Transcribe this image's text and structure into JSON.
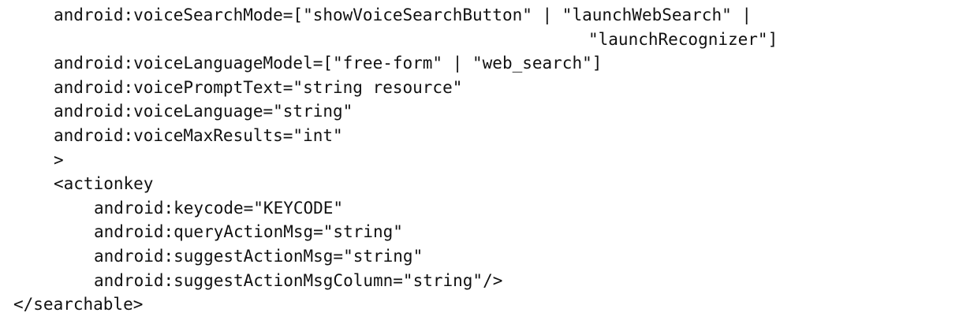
{
  "code_lines": [
    "android:voiceSearchMode=[\"showVoiceSearchButton\" | \"launchWebSearch\" |",
    "\"launchRecognizer\"]",
    "android:voiceLanguageModel=[\"free-form\" | \"web_search\"]",
    "android:voicePromptText=\"string resource\"",
    "android:voiceLanguage=\"string\"",
    "android:voiceMaxResults=\"int\"",
    ">",
    "<actionkey",
    "android:keycode=\"KEYCODE\"",
    "android:queryActionMsg=\"string\"",
    "android:suggestActionMsg=\"string\"",
    "android:suggestActionMsgColumn=\"string\"/>",
    "</searchable>"
  ]
}
